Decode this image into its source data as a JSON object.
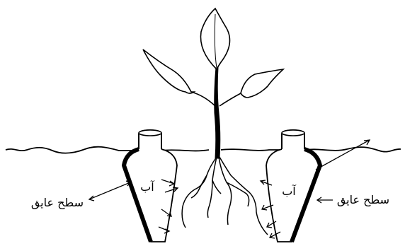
{
  "labels": {
    "coating_left": "سطح عايق",
    "coating_right": "سطح عايق",
    "water_left": "آب",
    "water_right": "آب"
  },
  "colors": {
    "stroke": "#000000",
    "background": "#ffffff"
  }
}
